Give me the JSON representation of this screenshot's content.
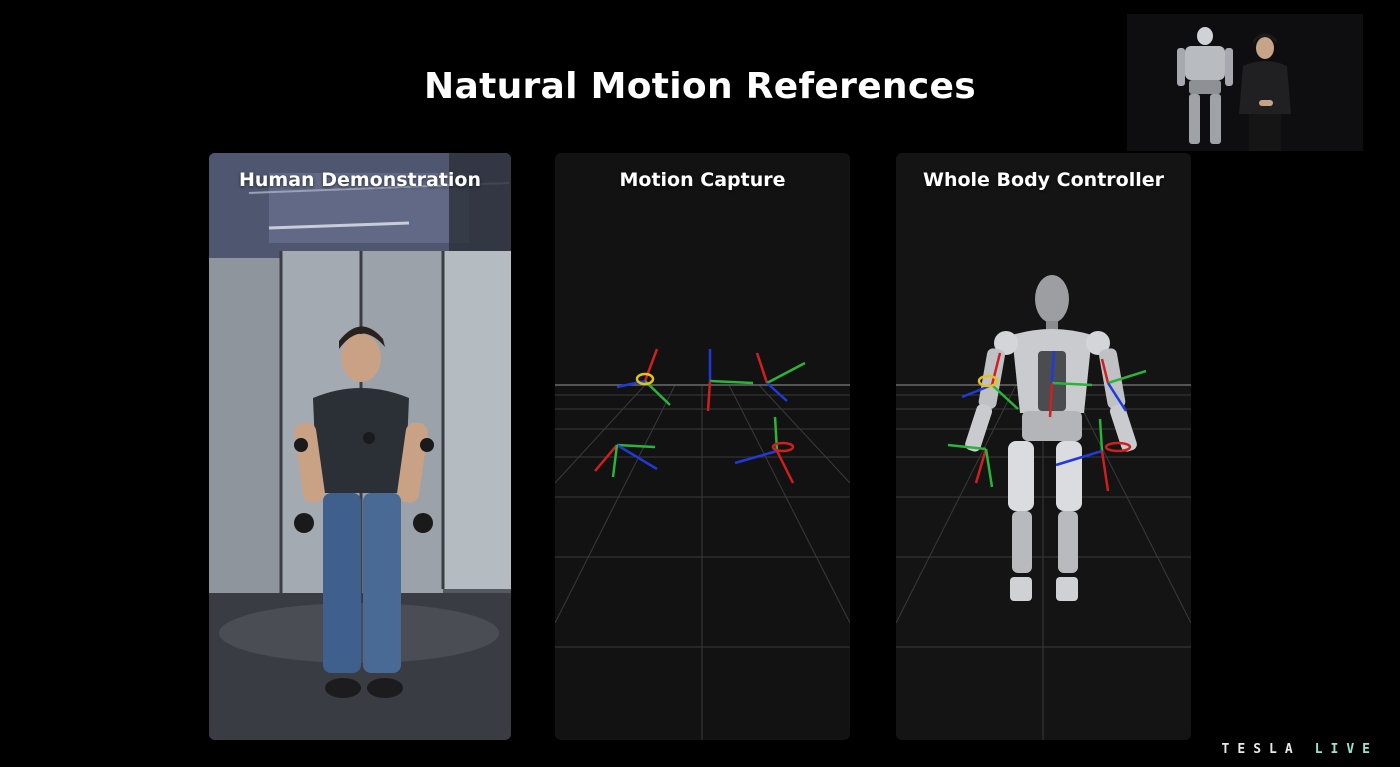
{
  "slide": {
    "title": "Natural Motion References"
  },
  "panels": [
    {
      "label": "Human Demonstration"
    },
    {
      "label": "Motion Capture"
    },
    {
      "label": "Whole Body Controller"
    }
  ],
  "branding": {
    "main": "TESLA",
    "live": "LIVE"
  },
  "colors": {
    "background": "#000000",
    "axis_x": "#d11f1f",
    "axis_y": "#2ab43a",
    "axis_z": "#1f3ad9",
    "rotation_marker": "#e3c21c",
    "brand_live": "#9be3cf"
  }
}
